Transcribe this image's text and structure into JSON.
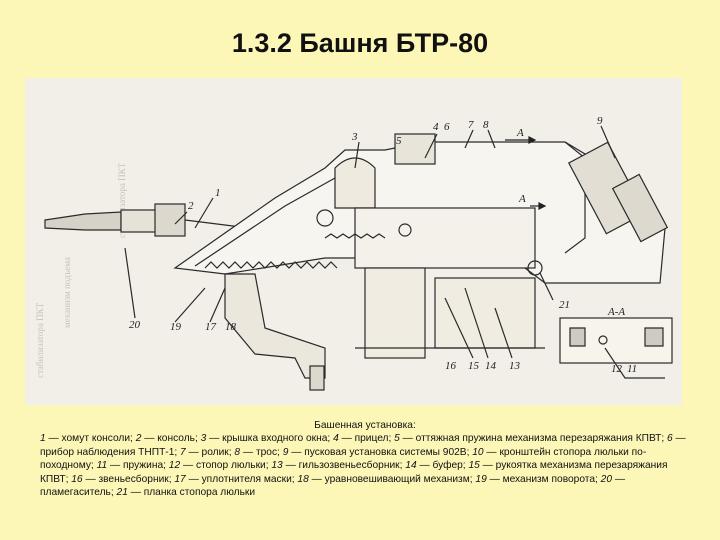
{
  "title": "1.3.2 Башня БТР-80",
  "figure": {
    "callout_numbers": [
      "1",
      "2",
      "3",
      "4",
      "5",
      "6",
      "7",
      "8",
      "9",
      "12",
      "11",
      "13",
      "14",
      "15",
      "16",
      "17",
      "18",
      "19",
      "20",
      "21"
    ],
    "section_marks": {
      "arrow_a_top": "A",
      "arrow_a_mid": "A",
      "section_label": "A-A"
    },
    "scan_side_text": [
      "стабилизатора ПКТ",
      "механизм подъема"
    ]
  },
  "caption": {
    "heading": "Башенная установка:",
    "items": [
      {
        "n": "1",
        "text": "хомут консоли;"
      },
      {
        "n": "2",
        "text": "консоль;"
      },
      {
        "n": "3",
        "text": "крышка входного окна;"
      },
      {
        "n": "4",
        "text": "прицел;"
      },
      {
        "n": "5",
        "text": "оттяжная пружина механизма перезаряжания КПВТ;"
      },
      {
        "n": "6",
        "text": "прибор наблюдения ТНПТ-1;"
      },
      {
        "n": "7",
        "text": "ролик;"
      },
      {
        "n": "8",
        "text": "трос;"
      },
      {
        "n": "9",
        "text": "пусковая установка системы 902В;"
      },
      {
        "n": "10",
        "text": "кронштейн стопора люльки по-походному;"
      },
      {
        "n": "11",
        "text": "пружина;"
      },
      {
        "n": "12",
        "text": "стопор люльки;"
      },
      {
        "n": "13",
        "text": "гильзозвеньесборник;"
      },
      {
        "n": "14",
        "text": "буфер;"
      },
      {
        "n": "15",
        "text": "рукоятка механизма перезаряжания КПВТ;"
      },
      {
        "n": "16",
        "text": "звеньесборник;"
      },
      {
        "n": "17",
        "text": "уплотнителя маски;"
      },
      {
        "n": "18",
        "text": "уравновешивающий механизм;"
      },
      {
        "n": "19",
        "text": "механизм поворота;"
      },
      {
        "n": "20",
        "text": "пламегаситель;"
      },
      {
        "n": "21",
        "text": "планка стопора люльки"
      }
    ]
  },
  "colors": {
    "background": "#fcf7b7",
    "paper": "#f2efe9",
    "ink": "#222222"
  }
}
